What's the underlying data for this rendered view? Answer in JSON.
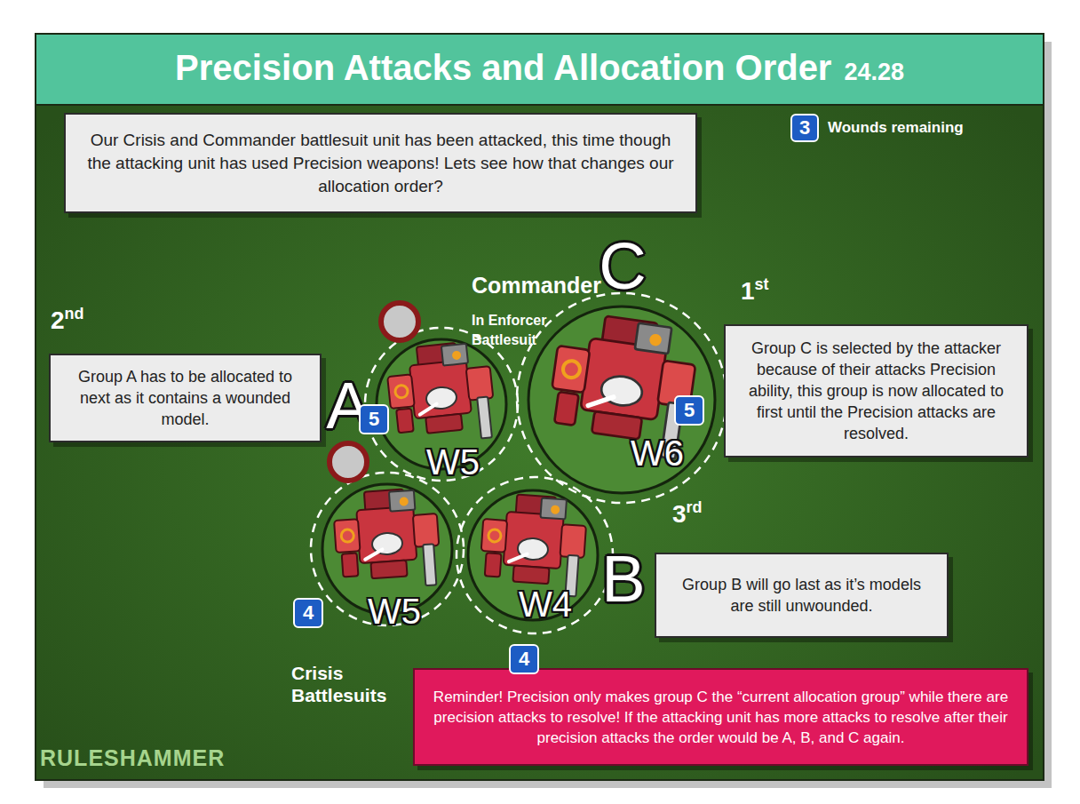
{
  "diagram": {
    "title": "Precision Attacks and Allocation Order",
    "nodes": [
      {
        "text": [
          "Our Crisis and Commander battlesuit unit has been attacked, this time though the attacking unit has used Precision weapons! Lets see how that changes our allocation order?"
        ]
      },
      {
        "text": [
          "1st",
          "Group C is selected by the attacker because of their attacks Precision ability, this group is now allocated to first until the Precision attacks are resolved."
        ]
      },
      {
        "text": [
          "2nd",
          "Group A has to be allocated to next as it contains a wounded model."
        ]
      },
      {
        "text": [
          "3rd",
          "Group B will go last as it’s models are still unwounded."
        ]
      },
      {
        "text": [
          "Reminder! Precision only makes group C the “current allocation group” while there are precision attacks to resolve! If the attacking unit has more attacks to resolve after their precision attacks the order would be A, B, and C again."
        ]
      }
    ],
    "labels": [
      "24.28",
      "3",
      "Commander",
      "In Enforcer Battlesuit",
      "C",
      "A",
      "5",
      "W5",
      "5",
      "W6",
      "4",
      "W5",
      "B",
      "W4",
      "4",
      "Crisis Battlesuits",
      "RULESHAMMER"
    ],
    "legend": [
      {
        "text": "Wounds remaining",
        "color": "#1d5cc4"
      }
    ]
  }
}
